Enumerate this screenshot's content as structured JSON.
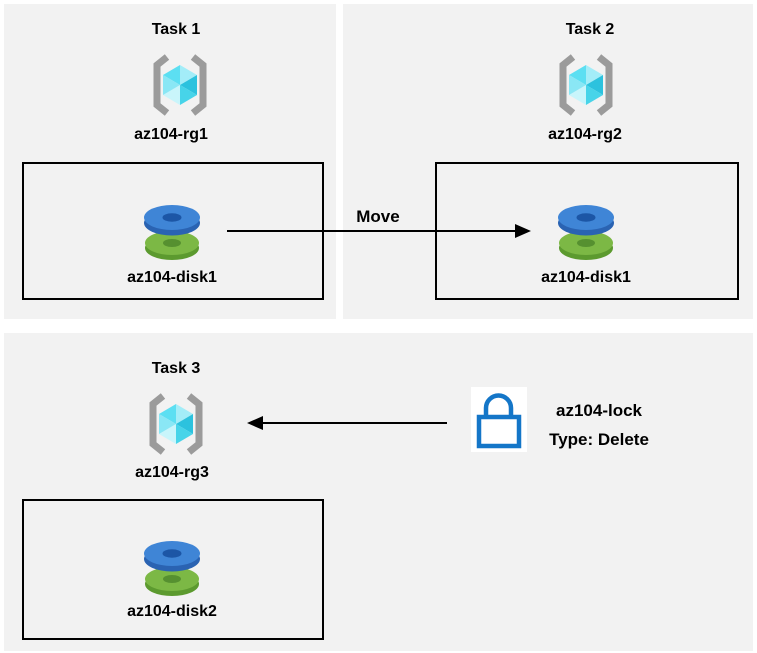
{
  "tasks": [
    {
      "title": "Task 1",
      "rg_label": "az104-rg1",
      "disk_label": "az104-disk1"
    },
    {
      "title": "Task 2",
      "rg_label": "az104-rg2",
      "disk_label": "az104-disk1"
    },
    {
      "title": "Task 3",
      "rg_label": "az104-rg3",
      "disk_label": "az104-disk2"
    }
  ],
  "move_arrow": {
    "label": "Move"
  },
  "lock": {
    "name": "az104-lock",
    "type_line": "Type: Delete"
  },
  "colors": {
    "panel_bg": "#f2f2f2",
    "canvas_bg": "#ffffff",
    "box_border": "#000000",
    "arrow": "#000000",
    "text": "#000000"
  },
  "rg_icon": {
    "bracket": "#9b9b9b",
    "facets": [
      "#5cdff2",
      "#a3edf8",
      "#2cc2de",
      "#47d4e9",
      "#c9f5fb",
      "#8ae7f5"
    ]
  },
  "disk_icon": {
    "blue_top": "#3f85d6",
    "blue_side": "#2a63b2",
    "blue_hole": "#1c56a6",
    "green_top": "#7cb845",
    "green_side": "#5c9a2f",
    "green_hole": "#569030"
  },
  "lock_icon": {
    "stroke": "#1476c8",
    "bg": "#ffffff"
  }
}
